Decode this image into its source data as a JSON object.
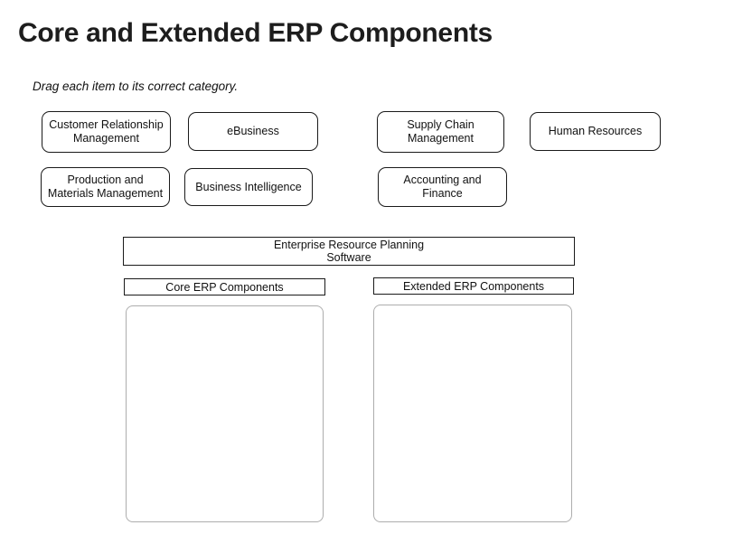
{
  "page": {
    "title": "Core and Extended ERP Components",
    "instruction": "Drag each item to its correct category."
  },
  "drag_items": [
    {
      "id": "crm",
      "label": "Customer Relationship Management"
    },
    {
      "id": "ebiz",
      "label": "eBusiness"
    },
    {
      "id": "scm",
      "label": "Supply Chain Management"
    },
    {
      "id": "hr",
      "label": "Human Resources"
    },
    {
      "id": "pmm",
      "label": "Production and Materials Management"
    },
    {
      "id": "bi",
      "label": "Business Intelligence"
    },
    {
      "id": "af",
      "label": "Accounting and Finance"
    }
  ],
  "banner": {
    "line1": "Enterprise Resource Planning",
    "line2": "Software"
  },
  "categories": [
    {
      "id": "core",
      "header": "Core ERP Components",
      "dropped_items": []
    },
    {
      "id": "extended",
      "header": "Extended ERP Components",
      "dropped_items": []
    }
  ],
  "colors": {
    "background": "#ffffff",
    "text": "#111111",
    "title": "#1d1d1d",
    "box_border": "#1a1a1a",
    "dropzone_border": "#adadad"
  }
}
